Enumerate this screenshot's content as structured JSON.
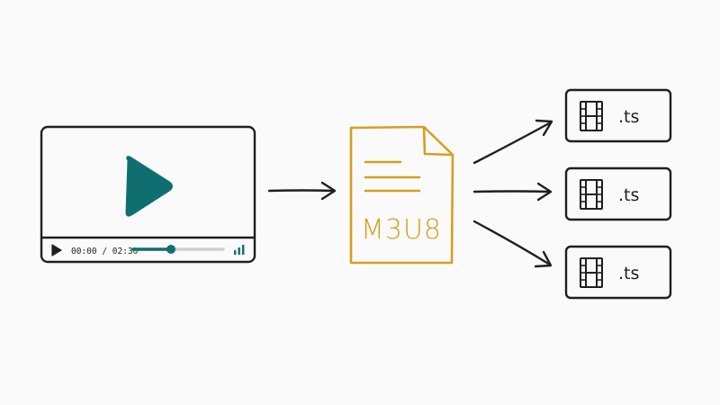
{
  "colors": {
    "background": "#fafafa",
    "ink": "#1f1f1f",
    "play_accent": "#0f6f70",
    "playlist_accent": "#d4a021",
    "progress_track": "#cfcfcf"
  },
  "video_player": {
    "time_display": "00:00 / 02:30",
    "progress_fraction": 0.42,
    "icons": [
      "play-large-icon",
      "play-small-icon",
      "volume-bars-icon"
    ]
  },
  "playlist_file": {
    "label": "M3U8",
    "icon": "document-icon"
  },
  "segments": [
    {
      "label": ".ts",
      "icon": "film-strip-icon"
    },
    {
      "label": ".ts",
      "icon": "film-strip-icon"
    },
    {
      "label": ".ts",
      "icon": "film-strip-icon"
    }
  ]
}
